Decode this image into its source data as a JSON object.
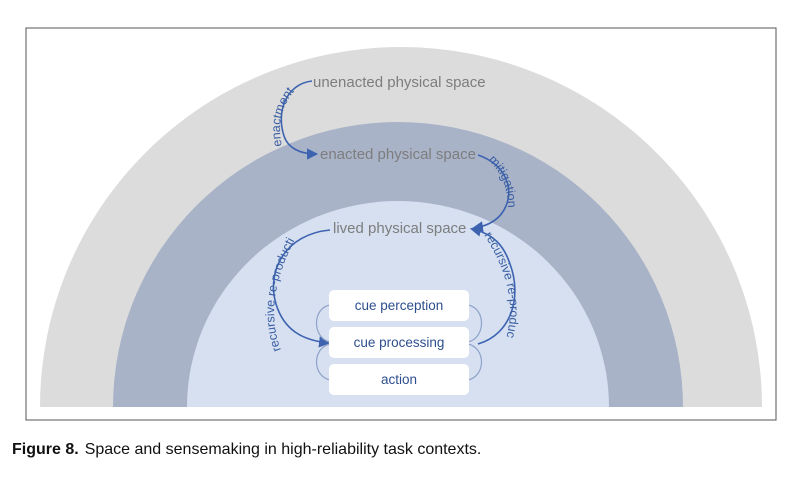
{
  "diagram": {
    "layers": {
      "outer": {
        "label": "unenacted physical space",
        "color": "#dcdcdc"
      },
      "middle": {
        "label": "enacted physical space",
        "color": "#a9b3c8"
      },
      "inner": {
        "label": "lived physical space",
        "color": "#d6e0f1"
      }
    },
    "arrows": {
      "enactment": "enactment",
      "mitigation": "mitigation",
      "recursive_left": "recursive re-production",
      "recursive_right": "recursive re-production"
    },
    "boxes": [
      "cue perception",
      "cue processing",
      "action"
    ],
    "arrow_color": "#3d63b0"
  },
  "caption": {
    "label": "Figure 8.",
    "text": "Space and sensemaking in high-reliability task contexts."
  }
}
